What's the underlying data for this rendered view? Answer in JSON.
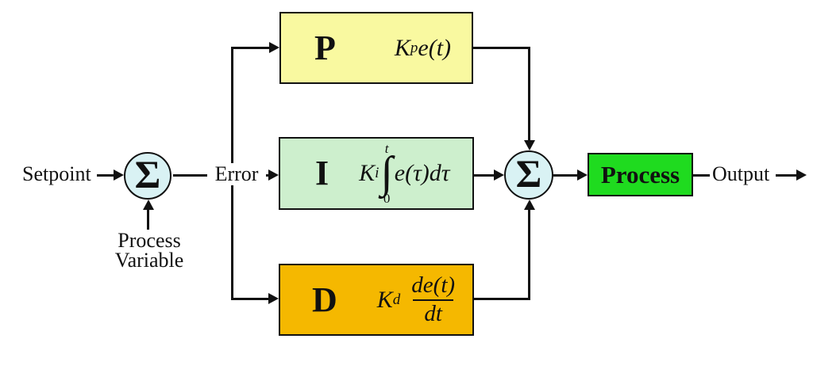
{
  "labels": {
    "setpoint": "Setpoint",
    "error": "Error",
    "process_variable_line1": "Process",
    "process_variable_line2": "Variable",
    "output": "Output"
  },
  "sum_junctions": {
    "error_sum": {
      "symbol": "Σ"
    },
    "pid_sum": {
      "symbol": "Σ"
    }
  },
  "blocks": {
    "proportional": {
      "letter": "P",
      "gain": "K",
      "gain_sub": "p",
      "expr": "e(t)"
    },
    "integral": {
      "letter": "I",
      "gain": "K",
      "gain_sub": "i",
      "upper_limit": "t",
      "integral_sign": "∫",
      "lower_limit": "0",
      "expr": "e(τ)dτ"
    },
    "derivative": {
      "letter": "D",
      "gain": "K",
      "gain_sub": "d",
      "numerator": "de(t)",
      "denominator": "dt"
    },
    "process": {
      "label": "Process"
    }
  },
  "colors": {
    "p_block_fill": "#F9F9A0",
    "i_block_fill": "#CDEFCD",
    "d_block_fill": "#F5B800",
    "process_block_fill": "#1FDB1F",
    "sum_junction_fill": "#D9F2F4",
    "line_color": "#111111",
    "background": "#FFFFFF"
  }
}
